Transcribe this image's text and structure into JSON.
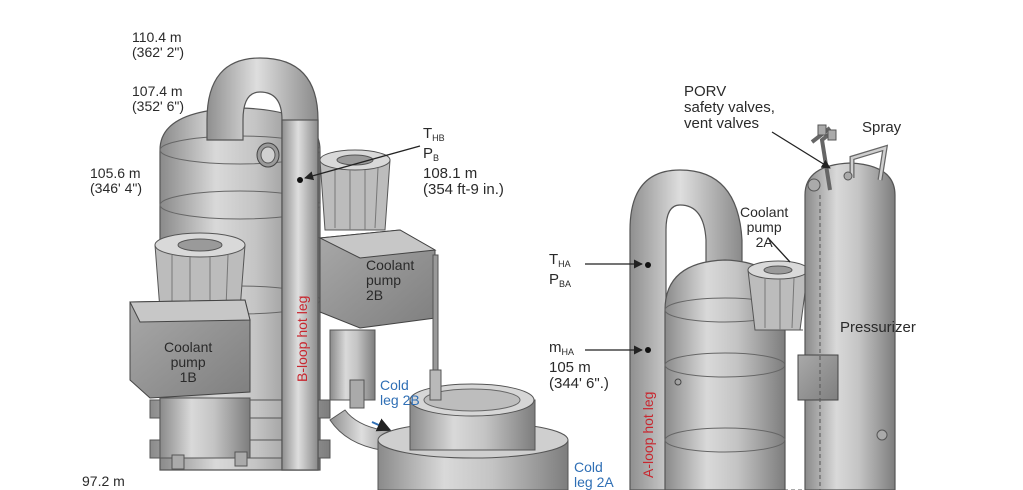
{
  "elevations": {
    "e1": {
      "m": "110.4 m",
      "ft": "(362' 2\")"
    },
    "e2": {
      "m": "107.4 m",
      "ft": "(352' 6\")"
    },
    "e3": {
      "m": "105.6 m",
      "ft": "(346' 4\")"
    },
    "e4": {
      "m": "97.2 m"
    }
  },
  "b_loop": {
    "thb": "T",
    "thb_sub": "HB",
    "pb": "P",
    "pb_sub": "B",
    "height_m": "108.1 m",
    "height_ft": "(354 ft-9 in.)",
    "hot_leg": "B-loop hot leg"
  },
  "pump_2b": {
    "line1": "Coolant",
    "line2": "pump",
    "line3": "2B"
  },
  "pump_1b": {
    "line1": "Coolant",
    "line2": "pump",
    "line3": "1B"
  },
  "cold_leg_2b": {
    "line1": "Cold",
    "line2": "leg 2B"
  },
  "cold_leg_2a": {
    "line1": "Cold",
    "line2": "leg 2A"
  },
  "a_loop": {
    "tha": "T",
    "tha_sub": "HA",
    "pba": "P",
    "pba_sub": "BA",
    "mha": "m",
    "mha_sub": "HA",
    "height_m": "105 m",
    "height_ft": "(344' 6\".)",
    "hot_leg": "A-loop hot leg"
  },
  "porv": {
    "line1": "PORV",
    "line2": "safety valves,",
    "line3": "vent valves"
  },
  "spray": "Spray",
  "pump_2a": {
    "line1": "Coolant",
    "line2": "pump",
    "line3": "2A"
  },
  "pressurizer": "Pressurizer",
  "colors": {
    "metal_dark": "#8e8e8e",
    "metal_mid": "#bdbdbd",
    "metal_light": "#e2e2e2",
    "hot_leg_text": "#c8272f",
    "cold_leg_text": "#2f6fb5"
  }
}
